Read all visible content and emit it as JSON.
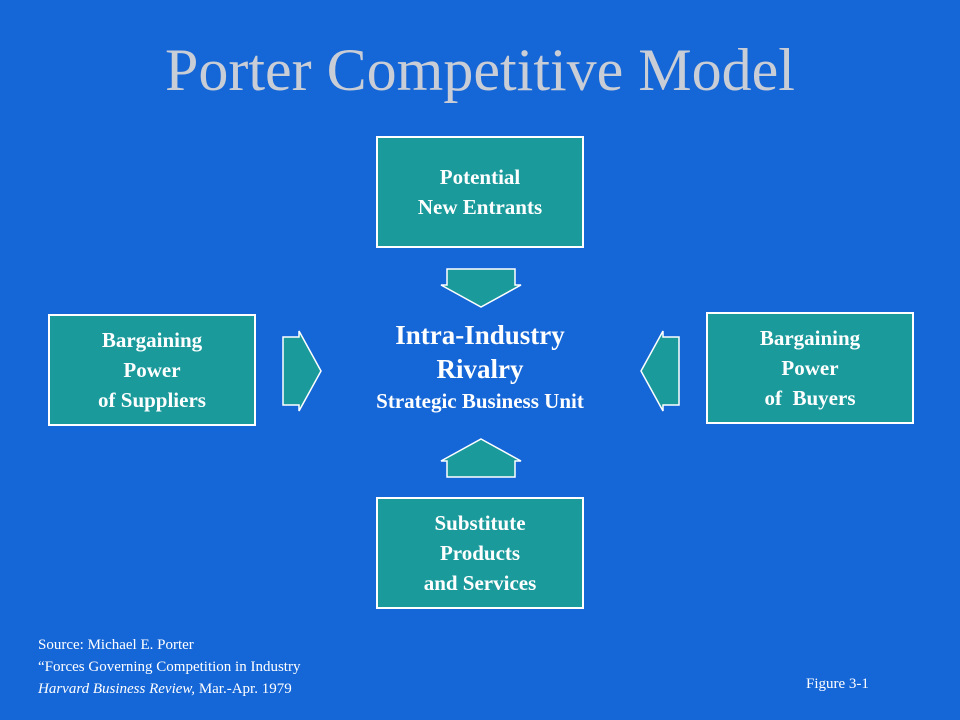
{
  "title": "Porter Competitive Model",
  "boxes": {
    "top": {
      "lines": [
        "Potential",
        "New Entrants"
      ]
    },
    "left": {
      "lines": [
        "Bargaining",
        "Power",
        "of Suppliers"
      ]
    },
    "right": {
      "lines": [
        "Bargaining",
        "Power",
        "of  Buyers"
      ]
    },
    "bottom": {
      "lines": [
        "Substitute",
        "Products",
        "and Services"
      ]
    }
  },
  "center": {
    "line1": "Intra-Industry",
    "line2": "Rivalry",
    "line3": "Strategic Business Unit"
  },
  "source": {
    "line1": "Source: Michael E. Porter",
    "line2": "“Forces Governing Competition in Industry",
    "line3_italic": "Harvard Business Review,",
    "line3_rest": " Mar.-Apr. 1979"
  },
  "figure_label": "Figure 3-1",
  "colors": {
    "background": "#1566d6",
    "box_fill": "#1b9a9c",
    "arrow_fill": "#1b9a9c",
    "title_text": "#c9cdd6",
    "text": "#ffffff"
  }
}
